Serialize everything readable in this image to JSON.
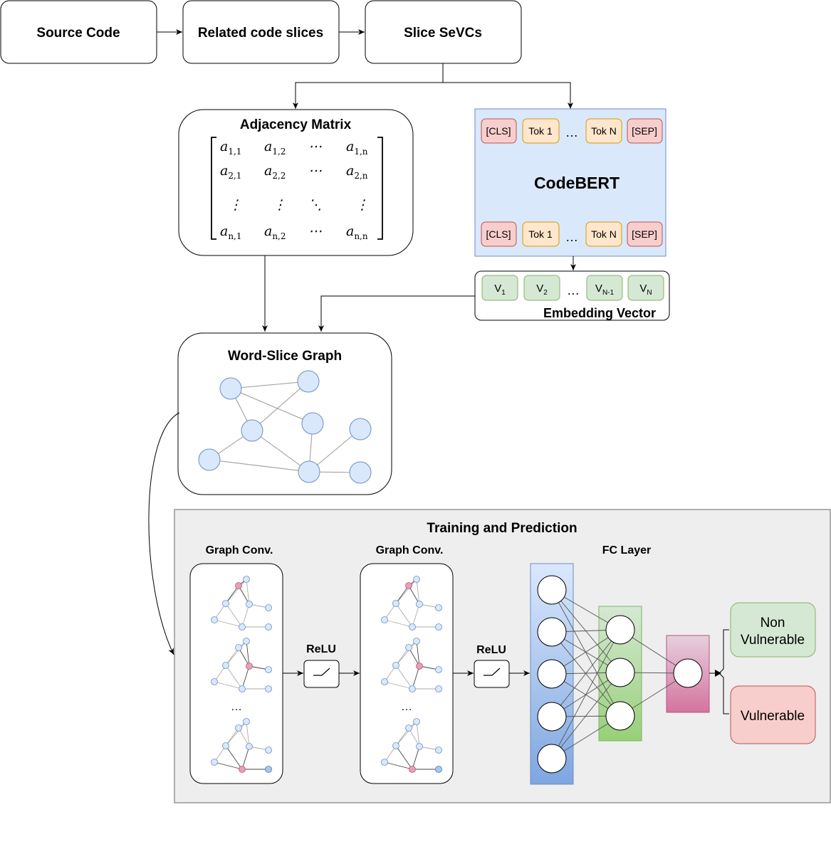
{
  "pipeline": {
    "source_code": "Source Code",
    "related_slices": "Related code slices",
    "slice_sevcs": "Slice SeVCs"
  },
  "adjacency": {
    "title": "Adjacency Matrix",
    "cells": [
      [
        "a",
        "1,1"
      ],
      [
        "a",
        "1,2"
      ],
      [
        "a",
        "1,n"
      ],
      [
        "a",
        "2,1"
      ],
      [
        "a",
        "2,2"
      ],
      [
        "a",
        "2,n"
      ],
      [
        "a",
        "n,1"
      ],
      [
        "a",
        "n,2"
      ],
      [
        "a",
        "n,n"
      ]
    ],
    "hdots": "⋯",
    "vdots": "⋮",
    "ddots": "⋱"
  },
  "codebert": {
    "title": "CodeBERT",
    "top_tokens": [
      "[CLS]",
      "Tok 1",
      "Tok N",
      "[SEP]"
    ],
    "bottom_tokens": [
      "[CLS]",
      "Tok 1",
      "Tok N",
      "[SEP]"
    ],
    "ellipsis": "…"
  },
  "embedding": {
    "title": "Embedding Vector",
    "vectors": [
      {
        "base": "V",
        "sub": "1"
      },
      {
        "base": "V",
        "sub": "2"
      },
      {
        "base": "V",
        "sub": "N-1"
      },
      {
        "base": "V",
        "sub": "N"
      }
    ],
    "ellipsis": "…"
  },
  "word_slice_graph": {
    "title": "Word-Slice Graph"
  },
  "training": {
    "title": "Training and Prediction",
    "graph_conv_1": "Graph Conv.",
    "graph_conv_2": "Graph Conv.",
    "relu_1": "ReLU",
    "relu_2": "ReLU",
    "fc_layer": "FC Layer",
    "ellipsis": "…",
    "outputs": {
      "non_vulnerable_1": "Non",
      "non_vulnerable_2": "Vulnerable",
      "vulnerable": "Vulnerable"
    }
  },
  "colors": {
    "token_red": "#f8cecc",
    "token_orange": "#ffe6cc",
    "vector_green": "#d5e8d4",
    "codebert_bg": "#dae8fc",
    "panel_bg": "#eeeeee",
    "node_blue": "#dae8fc",
    "node_pink": "#e6a0b8"
  }
}
